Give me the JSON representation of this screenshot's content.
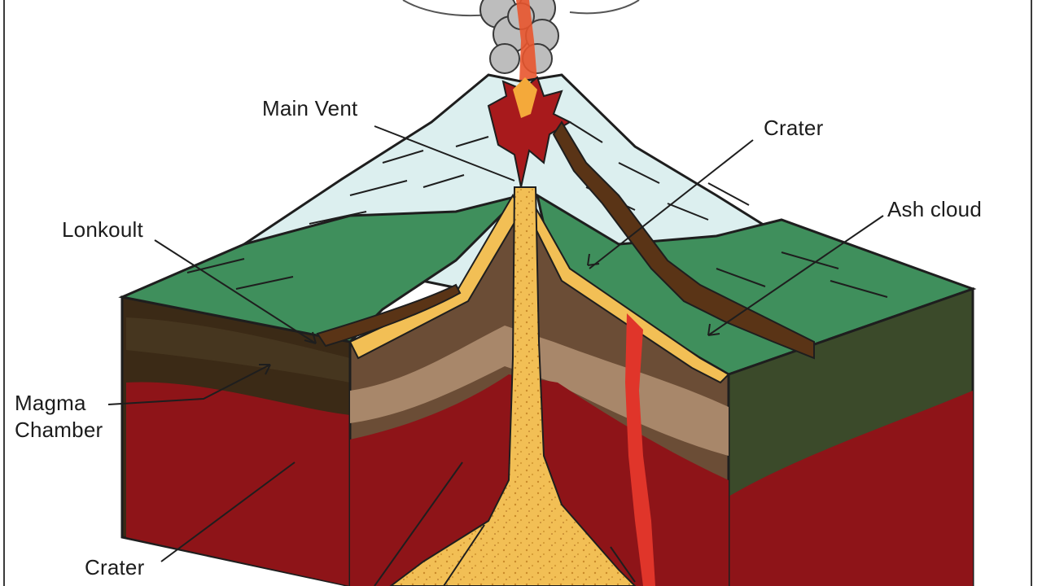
{
  "labels": {
    "main_vent": "Main Vent",
    "crater_top": "Crater",
    "ash_cloud": "Ash cloud",
    "lonkoult": "Lonkoult",
    "magma_line1": "Magma",
    "magma_line2": "Chamber",
    "crater_bottom": "Crater"
  },
  "colors": {
    "frame": "#3a3a3a",
    "snow": "#dcefef",
    "grass": "#3f8f5c",
    "soil_dark": "#3b2a16",
    "rock_brown": "#6b4d36",
    "magma_red": "#8e1418",
    "lava_yellow": "#f2bf55",
    "lava_red": "#e0352a",
    "smoke": "#bdbdbd"
  }
}
